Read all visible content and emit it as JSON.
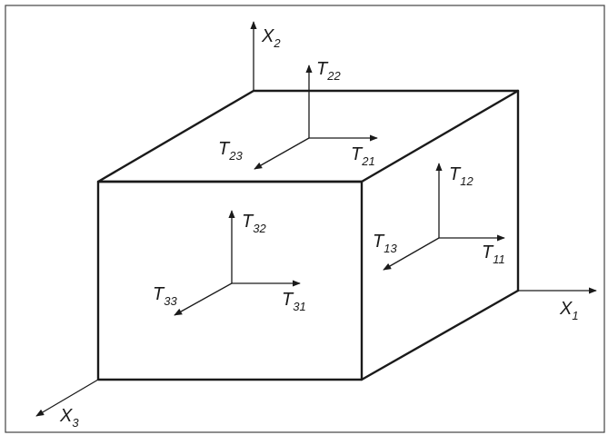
{
  "figure": {
    "axes": {
      "x1": {
        "main": "X",
        "sub": "1"
      },
      "x2": {
        "main": "X",
        "sub": "2"
      },
      "x3": {
        "main": "X",
        "sub": "3"
      }
    },
    "stress_components": {
      "T11": {
        "main": "T",
        "sub": "11"
      },
      "T12": {
        "main": "T",
        "sub": "12"
      },
      "T13": {
        "main": "T",
        "sub": "13"
      },
      "T21": {
        "main": "T",
        "sub": "21"
      },
      "T22": {
        "main": "T",
        "sub": "22"
      },
      "T23": {
        "main": "T",
        "sub": "23"
      },
      "T31": {
        "main": "T",
        "sub": "31"
      },
      "T32": {
        "main": "T",
        "sub": "32"
      },
      "T33": {
        "main": "T",
        "sub": "33"
      }
    }
  }
}
